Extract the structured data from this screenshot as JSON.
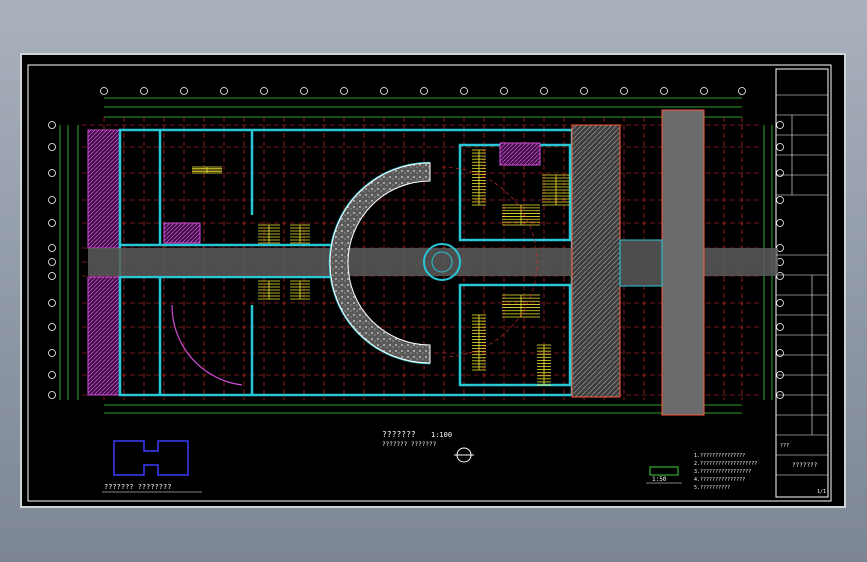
{
  "drawing": {
    "scale_label": "1:100",
    "plan_title": "??????? ",
    "plan_note": "??????? ???????",
    "legend_caption": "??????? ????????",
    "legend_scale": "1:50",
    "notes": [
      "1.???????????????",
      "2.???????????????????",
      "3.?????????????????",
      "4.???????????????",
      "5.??????????"
    ],
    "title_block": {
      "project_label": "???",
      "drawing_no": "???????",
      "sheet": "1/1"
    }
  },
  "colors": {
    "wall": "#27c7d6",
    "grid": "#e0302f",
    "dim": "#38d13d",
    "stair": "#f2e534",
    "hatch": "#d14cd8",
    "text": "#ffffff"
  }
}
